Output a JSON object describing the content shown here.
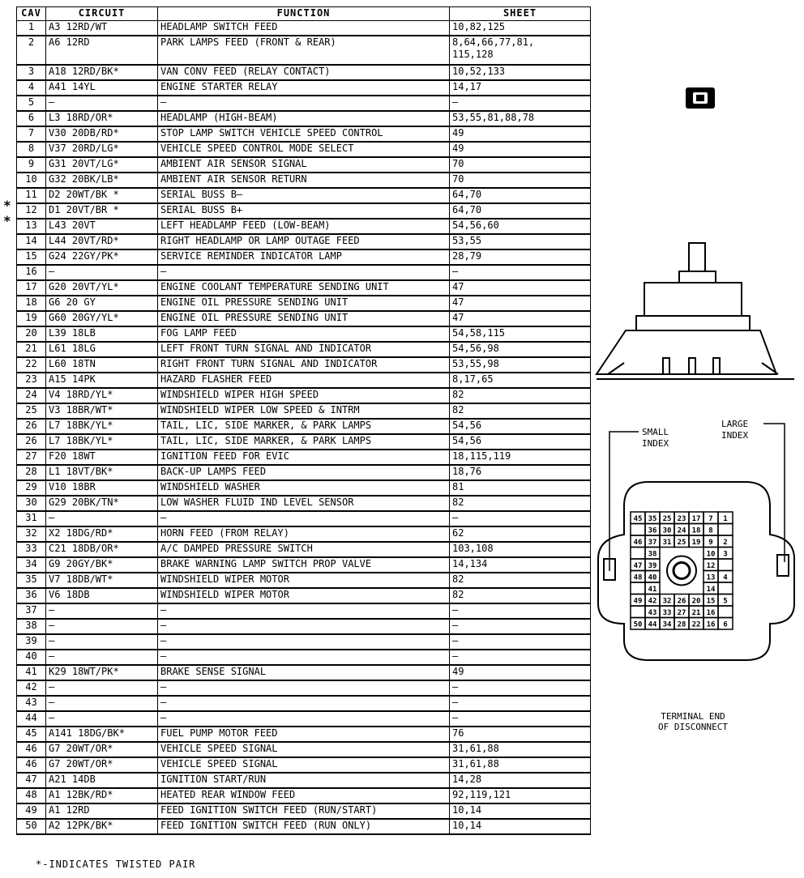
{
  "table": {
    "headers": [
      "CAV",
      "CIRCUIT",
      "FUNCTION",
      "SHEET"
    ],
    "rows": [
      {
        "cav": "1",
        "circuit": "A3 12RD/WT",
        "function": "HEADLAMP SWITCH FEED",
        "sheet": "10,82,125"
      },
      {
        "cav": "2",
        "circuit": "A6 12RD",
        "function": "PARK LAMPS FEED (FRONT & REAR)",
        "sheet": "8,64,66,77,81,\n115,128"
      },
      {
        "cav": "3",
        "circuit": "A18 12RD/BK*",
        "function": "VAN CONV FEED (RELAY CONTACT)",
        "sheet": "10,52,133"
      },
      {
        "cav": "4",
        "circuit": "A41 14YL",
        "function": "ENGINE STARTER RELAY",
        "sheet": "14,17"
      },
      {
        "cav": "5",
        "circuit": "—",
        "function": "—",
        "sheet": "—"
      },
      {
        "cav": "6",
        "circuit": "L3 18RD/OR*",
        "function": "HEADLAMP (HIGH-BEAM)",
        "sheet": "53,55,81,88,78"
      },
      {
        "cav": "7",
        "circuit": "V30 20DB/RD*",
        "function": "STOP LAMP SWITCH VEHICLE SPEED CONTROL",
        "sheet": "49"
      },
      {
        "cav": "8",
        "circuit": "V37 20RD/LG*",
        "function": "VEHICLE SPEED CONTROL MODE SELECT",
        "sheet": "49"
      },
      {
        "cav": "9",
        "circuit": "G31 20VT/LG*",
        "function": "AMBIENT AIR SENSOR SIGNAL",
        "sheet": "70"
      },
      {
        "cav": "10",
        "circuit": "G32 20BK/LB*",
        "function": "AMBIENT AIR SENSOR RETURN",
        "sheet": "70"
      },
      {
        "cav": "11",
        "circuit": "D2 20WT/BK *",
        "function": "SERIAL BUSS B—",
        "sheet": "64,70"
      },
      {
        "cav": "12",
        "circuit": "D1 20VT/BR *",
        "function": "SERIAL BUSS B+",
        "sheet": "64,70"
      },
      {
        "cav": "13",
        "circuit": "L43 20VT",
        "function": "LEFT HEADLAMP FEED (LOW-BEAM)",
        "sheet": "54,56,60"
      },
      {
        "cav": "14",
        "circuit": "L44 20VT/RD*",
        "function": "RIGHT HEADLAMP OR LAMP OUTAGE FEED",
        "sheet": "53,55"
      },
      {
        "cav": "15",
        "circuit": "G24 22GY/PK*",
        "function": "SERVICE REMINDER INDICATOR LAMP",
        "sheet": "28,79"
      },
      {
        "cav": "16",
        "circuit": "—",
        "function": "—",
        "sheet": "—"
      },
      {
        "cav": "17",
        "circuit": "G20 20VT/YL*",
        "function": "ENGINE COOLANT TEMPERATURE SENDING UNIT",
        "sheet": "47"
      },
      {
        "cav": "18",
        "circuit": "G6 20 GY",
        "function": "ENGINE OIL PRESSURE SENDING UNIT",
        "sheet": "47"
      },
      {
        "cav": "19",
        "circuit": "G60 20GY/YL*",
        "function": "ENGINE OIL PRESSURE SENDING UNIT",
        "sheet": "47"
      },
      {
        "cav": "20",
        "circuit": "L39 18LB",
        "function": "FOG LAMP FEED",
        "sheet": "54,58,115"
      },
      {
        "cav": "21",
        "circuit": "L61 18LG",
        "function": "LEFT FRONT TURN SIGNAL AND INDICATOR",
        "sheet": "54,56,98"
      },
      {
        "cav": "22",
        "circuit": "L60 18TN",
        "function": "RIGHT FRONT TURN SIGNAL AND INDICATOR",
        "sheet": "53,55,98"
      },
      {
        "cav": "23",
        "circuit": "A15 14PK",
        "function": "HAZARD FLASHER FEED",
        "sheet": "8,17,65"
      },
      {
        "cav": "24",
        "circuit": "V4 18RD/YL*",
        "function": "WINDSHIELD WIPER HIGH SPEED",
        "sheet": "82"
      },
      {
        "cav": "25",
        "circuit": "V3 18BR/WT*",
        "function": "WINDSHIELD WIPER LOW SPEED & INTRM",
        "sheet": "82"
      },
      {
        "cav": "26",
        "circuit": "L7 18BK/YL*",
        "function": "TAIL, LIC, SIDE MARKER, & PARK LAMPS",
        "sheet": "54,56"
      },
      {
        "cav": "26",
        "circuit": "L7 18BK/YL*",
        "function": "TAIL, LIC, SIDE MARKER, & PARK LAMPS",
        "sheet": "54,56"
      },
      {
        "cav": "27",
        "circuit": "F20 18WT",
        "function": "IGNITION FEED FOR EVIC",
        "sheet": "18,115,119"
      },
      {
        "cav": "28",
        "circuit": "L1 18VT/BK*",
        "function": "BACK-UP LAMPS FEED",
        "sheet": "18,76"
      },
      {
        "cav": "29",
        "circuit": "V10 18BR",
        "function": "WINDSHIELD WASHER",
        "sheet": "81"
      },
      {
        "cav": "30",
        "circuit": "G29 20BK/TN*",
        "function": "LOW WASHER FLUID IND LEVEL SENSOR",
        "sheet": "82"
      },
      {
        "cav": "31",
        "circuit": "—",
        "function": "—",
        "sheet": "—"
      },
      {
        "cav": "32",
        "circuit": "X2 18DG/RD*",
        "function": "HORN FEED (FROM RELAY)",
        "sheet": "62"
      },
      {
        "cav": "33",
        "circuit": "C21 18DB/OR*",
        "function": "A/C DAMPED PRESSURE SWITCH",
        "sheet": "103,108"
      },
      {
        "cav": "34",
        "circuit": "G9 20GY/BK*",
        "function": "BRAKE WARNING LAMP SWITCH PROP VALVE",
        "sheet": "14,134"
      },
      {
        "cav": "35",
        "circuit": "V7 18DB/WT*",
        "function": "WINDSHIELD WIPER MOTOR",
        "sheet": "82"
      },
      {
        "cav": "36",
        "circuit": "V6 18DB",
        "function": "WINDSHIELD WIPER MOTOR",
        "sheet": "82"
      },
      {
        "cav": "37",
        "circuit": "—",
        "function": "—",
        "sheet": "—"
      },
      {
        "cav": "38",
        "circuit": "—",
        "function": "—",
        "sheet": "—"
      },
      {
        "cav": "39",
        "circuit": "—",
        "function": "—",
        "sheet": "—"
      },
      {
        "cav": "40",
        "circuit": "—",
        "function": "—",
        "sheet": "—"
      },
      {
        "cav": "41",
        "circuit": "K29 18WT/PK*",
        "function": "BRAKE SENSE SIGNAL",
        "sheet": "49"
      },
      {
        "cav": "42",
        "circuit": "—",
        "function": "—",
        "sheet": "—"
      },
      {
        "cav": "43",
        "circuit": "—",
        "function": "—",
        "sheet": "—"
      },
      {
        "cav": "44",
        "circuit": "—",
        "function": "—",
        "sheet": "—"
      },
      {
        "cav": "45",
        "circuit": "A141 18DG/BK*",
        "function": "FUEL PUMP MOTOR FEED",
        "sheet": "76"
      },
      {
        "cav": "46",
        "circuit": "G7 20WT/OR*",
        "function": "VEHICLE SPEED SIGNAL",
        "sheet": "31,61,88"
      },
      {
        "cav": "46",
        "circuit": "G7 20WT/OR*",
        "function": "VEHICLE SPEED SIGNAL",
        "sheet": "31,61,88"
      },
      {
        "cav": "47",
        "circuit": "A21 14DB",
        "function": "IGNITION START/RUN",
        "sheet": "14,28"
      },
      {
        "cav": "48",
        "circuit": "A1 12BK/RD*",
        "function": "HEATED REAR WINDOW FEED",
        "sheet": "92,119,121"
      },
      {
        "cav": "49",
        "circuit": "A1 12RD",
        "function": "FEED IGNITION SWITCH FEED (RUN/START)",
        "sheet": "10,14"
      },
      {
        "cav": "50",
        "circuit": "A2 12PK/BK*",
        "function": "FEED IGNITION SWITCH FEED (RUN ONLY)",
        "sheet": "10,14"
      }
    ]
  },
  "twisted_marker": "*",
  "footnote": "*-INDICATES TWISTED PAIR",
  "diagram": {
    "small_index": [
      "SMALL",
      "INDEX"
    ],
    "large_index": [
      "LARGE",
      "INDEX"
    ],
    "caption": [
      "TERMINAL END",
      "OF DISCONNECT"
    ],
    "connector_grid": [
      [
        "45",
        "35",
        "25",
        "23",
        "17",
        "7",
        "1"
      ],
      [
        "",
        "36",
        "30",
        "24",
        "18",
        "8",
        ""
      ],
      [
        "46",
        "37",
        "31",
        "25",
        "19",
        "9",
        "2"
      ],
      [
        "",
        "38",
        "",
        "",
        "",
        "10",
        "3"
      ],
      [
        "47",
        "39",
        "",
        "",
        "",
        "12",
        ""
      ],
      [
        "48",
        "40",
        "",
        "",
        "",
        "13",
        "4"
      ],
      [
        "",
        "41",
        "",
        "",
        "",
        "14",
        ""
      ],
      [
        "49",
        "42",
        "32",
        "26",
        "20",
        "15",
        "5"
      ],
      [
        "",
        "43",
        "33",
        "27",
        "21",
        "16",
        ""
      ],
      [
        "50",
        "44",
        "34",
        "28",
        "22",
        "16",
        "6"
      ]
    ]
  }
}
